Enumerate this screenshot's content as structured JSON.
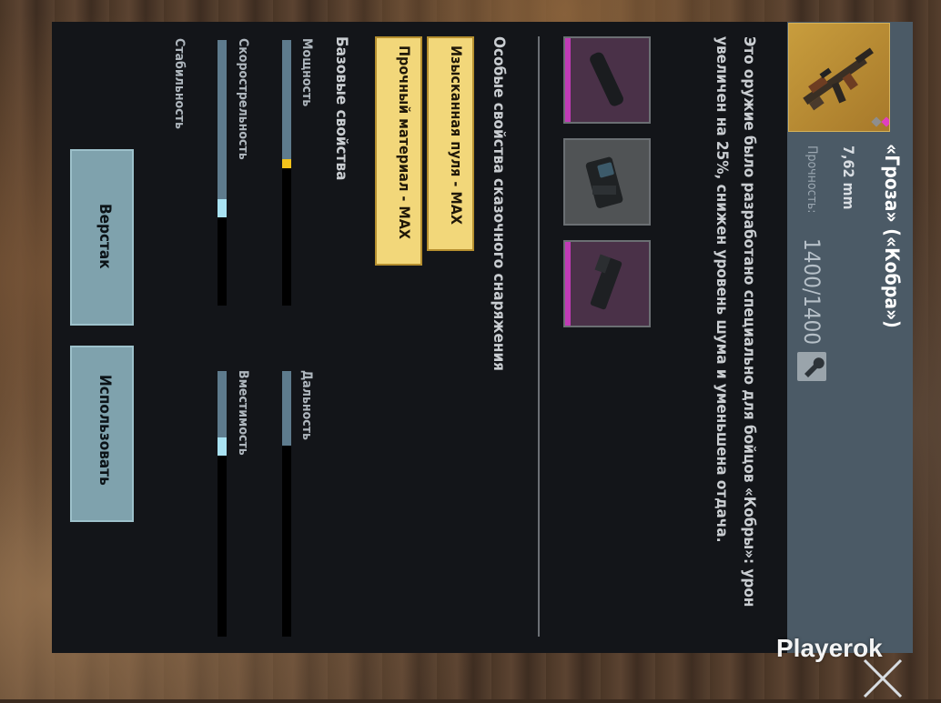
{
  "item": {
    "title": "«Гроза» («Кобра»)",
    "caliber": "7,62 mm",
    "durability_label": "Прочность:",
    "durability_value": "1400/1400",
    "description": "Это оружие было разработано специально для бойцов «Кобры»: урон увеличен на 25%, снижен уровень шума и уменьшена отдача.",
    "rarity_dot_colors": [
      "#8e8e8e",
      "#e03fc0",
      "#e03fc0"
    ]
  },
  "attachments": [
    {
      "name": "silencer-icon",
      "frame": "purple"
    },
    {
      "name": "red-dot-sight-icon",
      "frame": "gray"
    },
    {
      "name": "magazine-icon",
      "frame": "purple"
    }
  ],
  "special": {
    "title": "Особые свойства сказочного снаряжения",
    "perks": [
      "Изысканная пуля - MAX",
      "Прочный материал - MAX"
    ]
  },
  "base": {
    "title": "Базовые свойства",
    "stats": [
      {
        "label": "Мощность",
        "value": 0.45,
        "tip": "#f2c21b"
      },
      {
        "label": "Дальность",
        "value": 0.28,
        "tip": ""
      },
      {
        "label": "Скорострельность",
        "value": 0.6,
        "tip": "#a9e2f2"
      },
      {
        "label": "Вместимость",
        "value": 0.25,
        "tip": "#a9e2f2"
      },
      {
        "label": "Стабильность",
        "value": 0,
        "tip": ""
      }
    ]
  },
  "buttons": {
    "workbench": "Верстак",
    "use": "Использовать"
  },
  "watermark": "Playerok",
  "colors": {
    "panel": "#131519",
    "header": "#4b5a66",
    "perk": "#f2d77a",
    "button": "#7fa2ad",
    "bar_fill": "#5e7b8d"
  }
}
